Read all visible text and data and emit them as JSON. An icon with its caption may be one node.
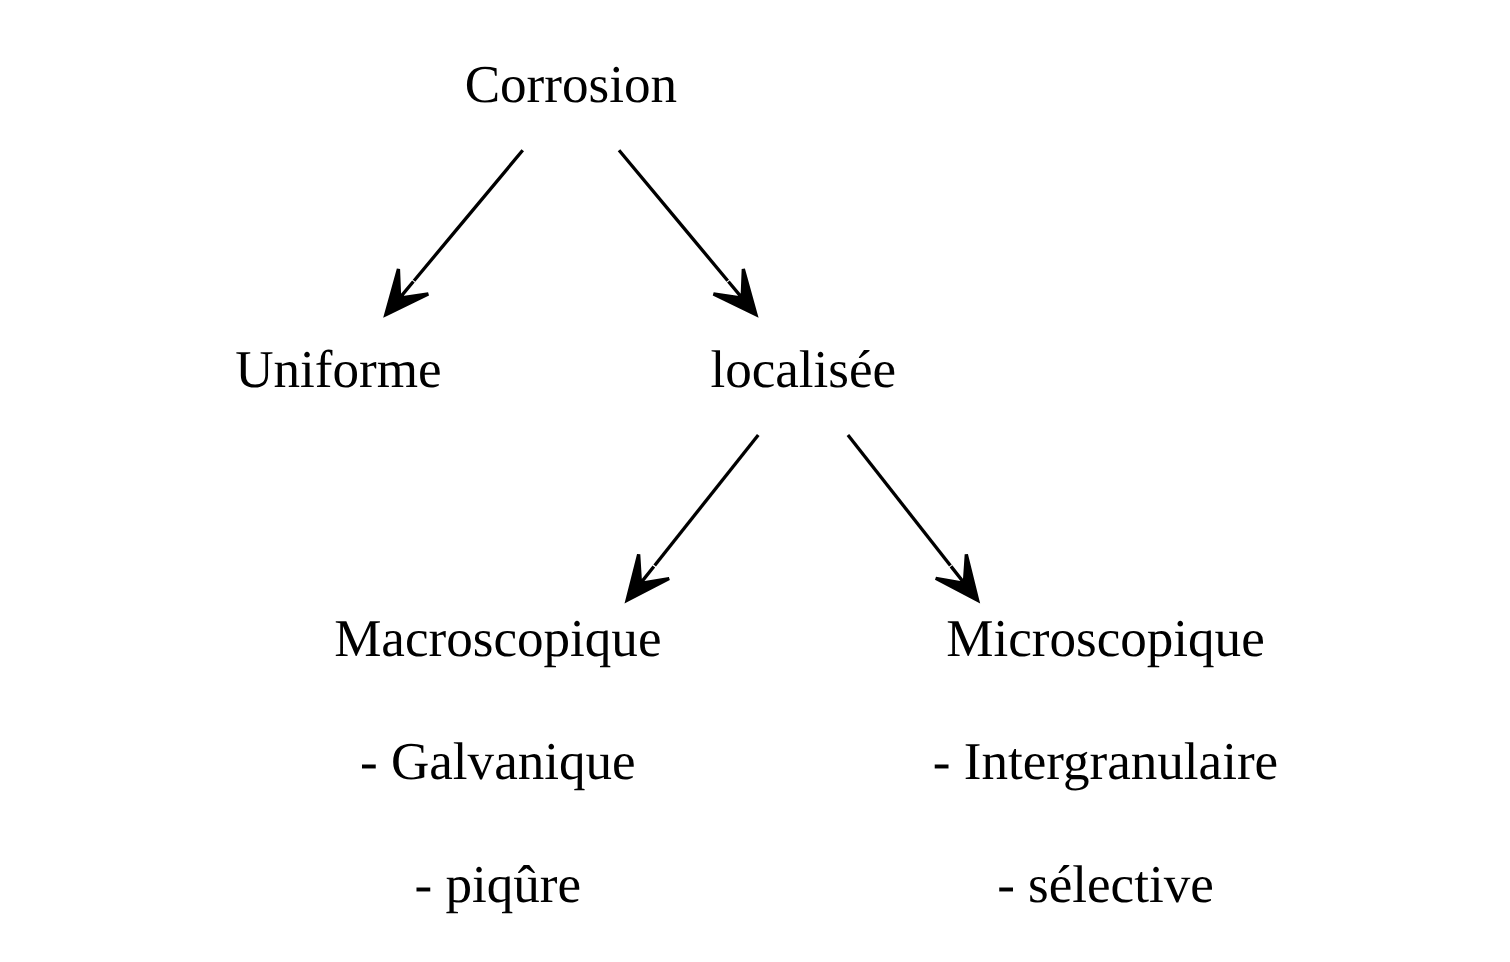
{
  "diagram": {
    "nodes": [
      {
        "text": [
          "Corrosion"
        ]
      },
      {
        "text": [
          "Uniforme"
        ]
      },
      {
        "text": [
          "localisée"
        ]
      },
      {
        "text": [
          "Macroscopique",
          "- Galvanique",
          "- piqûre"
        ]
      },
      {
        "text": [
          "Microscopique",
          "- Intergranulaire",
          "- sélective"
        ]
      }
    ],
    "edges": [
      {
        "from": 0,
        "to": 1,
        "arrow": "to"
      },
      {
        "from": 0,
        "to": 2,
        "arrow": "to"
      },
      {
        "from": 2,
        "to": 3,
        "arrow": "to"
      },
      {
        "from": 2,
        "to": 4,
        "arrow": "to"
      }
    ]
  }
}
